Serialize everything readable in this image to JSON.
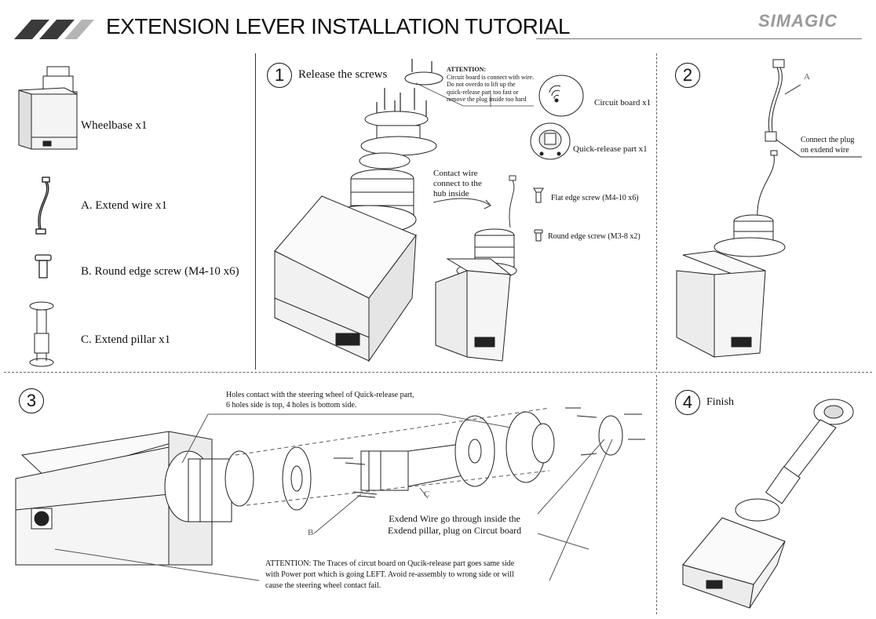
{
  "header": {
    "title": "EXTENSION LEVER INSTALLATION TUTORIAL",
    "brand": "SIMAGIC"
  },
  "parts": [
    {
      "label": "Wheelbase x1"
    },
    {
      "label": "A. Extend wire x1"
    },
    {
      "label": "B. Round edge screw (M4-10 x6)"
    },
    {
      "label": "C. Extend pillar x1"
    }
  ],
  "step1": {
    "num": "1",
    "title": "Release the screws",
    "attention_title": "ATTENTION:",
    "attention_lines": [
      "Circuit board is connect with wire.",
      "Do not overdo to lift up the",
      "quick-release part too fast or",
      "remove the plug inside too hard"
    ],
    "circuit_board": "Circuit board x1",
    "quick_release": "Quick-release part x1",
    "contact_lines": [
      "Contact wire",
      "connect to the",
      "hub inside"
    ],
    "flat_screw": "Flat edge screw (M4-10 x6)",
    "round_screw": "Round edge screw (M3-8 x2)"
  },
  "step2": {
    "num": "2",
    "wire_tag": "A",
    "plug_lines": [
      "Connect the plug",
      "on exdend wire"
    ]
  },
  "step3": {
    "num": "3",
    "holes_lines": [
      "Holes contact with the steering wheel of Quick-release part,",
      "6 holes side is top, 4 holes is bottom side."
    ],
    "tag_b": "B",
    "tag_c": "C",
    "wire_lines": [
      "Exdend Wire go through inside the",
      "Exdend pillar, plug on Circut board"
    ],
    "attention_lines": [
      "ATTENTION: The Traces of circut board on Qucik-release part goes same side",
      "with Power port which is going LEFT. Avoid re-assembly to wrong side or will",
      "cause the steering wheel contact fail."
    ]
  },
  "step4": {
    "num": "4",
    "title": "Finish"
  },
  "icons": [
    "slash-logo-icon",
    "wheelbase-icon",
    "extend-wire-icon",
    "round-screw-icon",
    "extend-pillar-icon"
  ]
}
